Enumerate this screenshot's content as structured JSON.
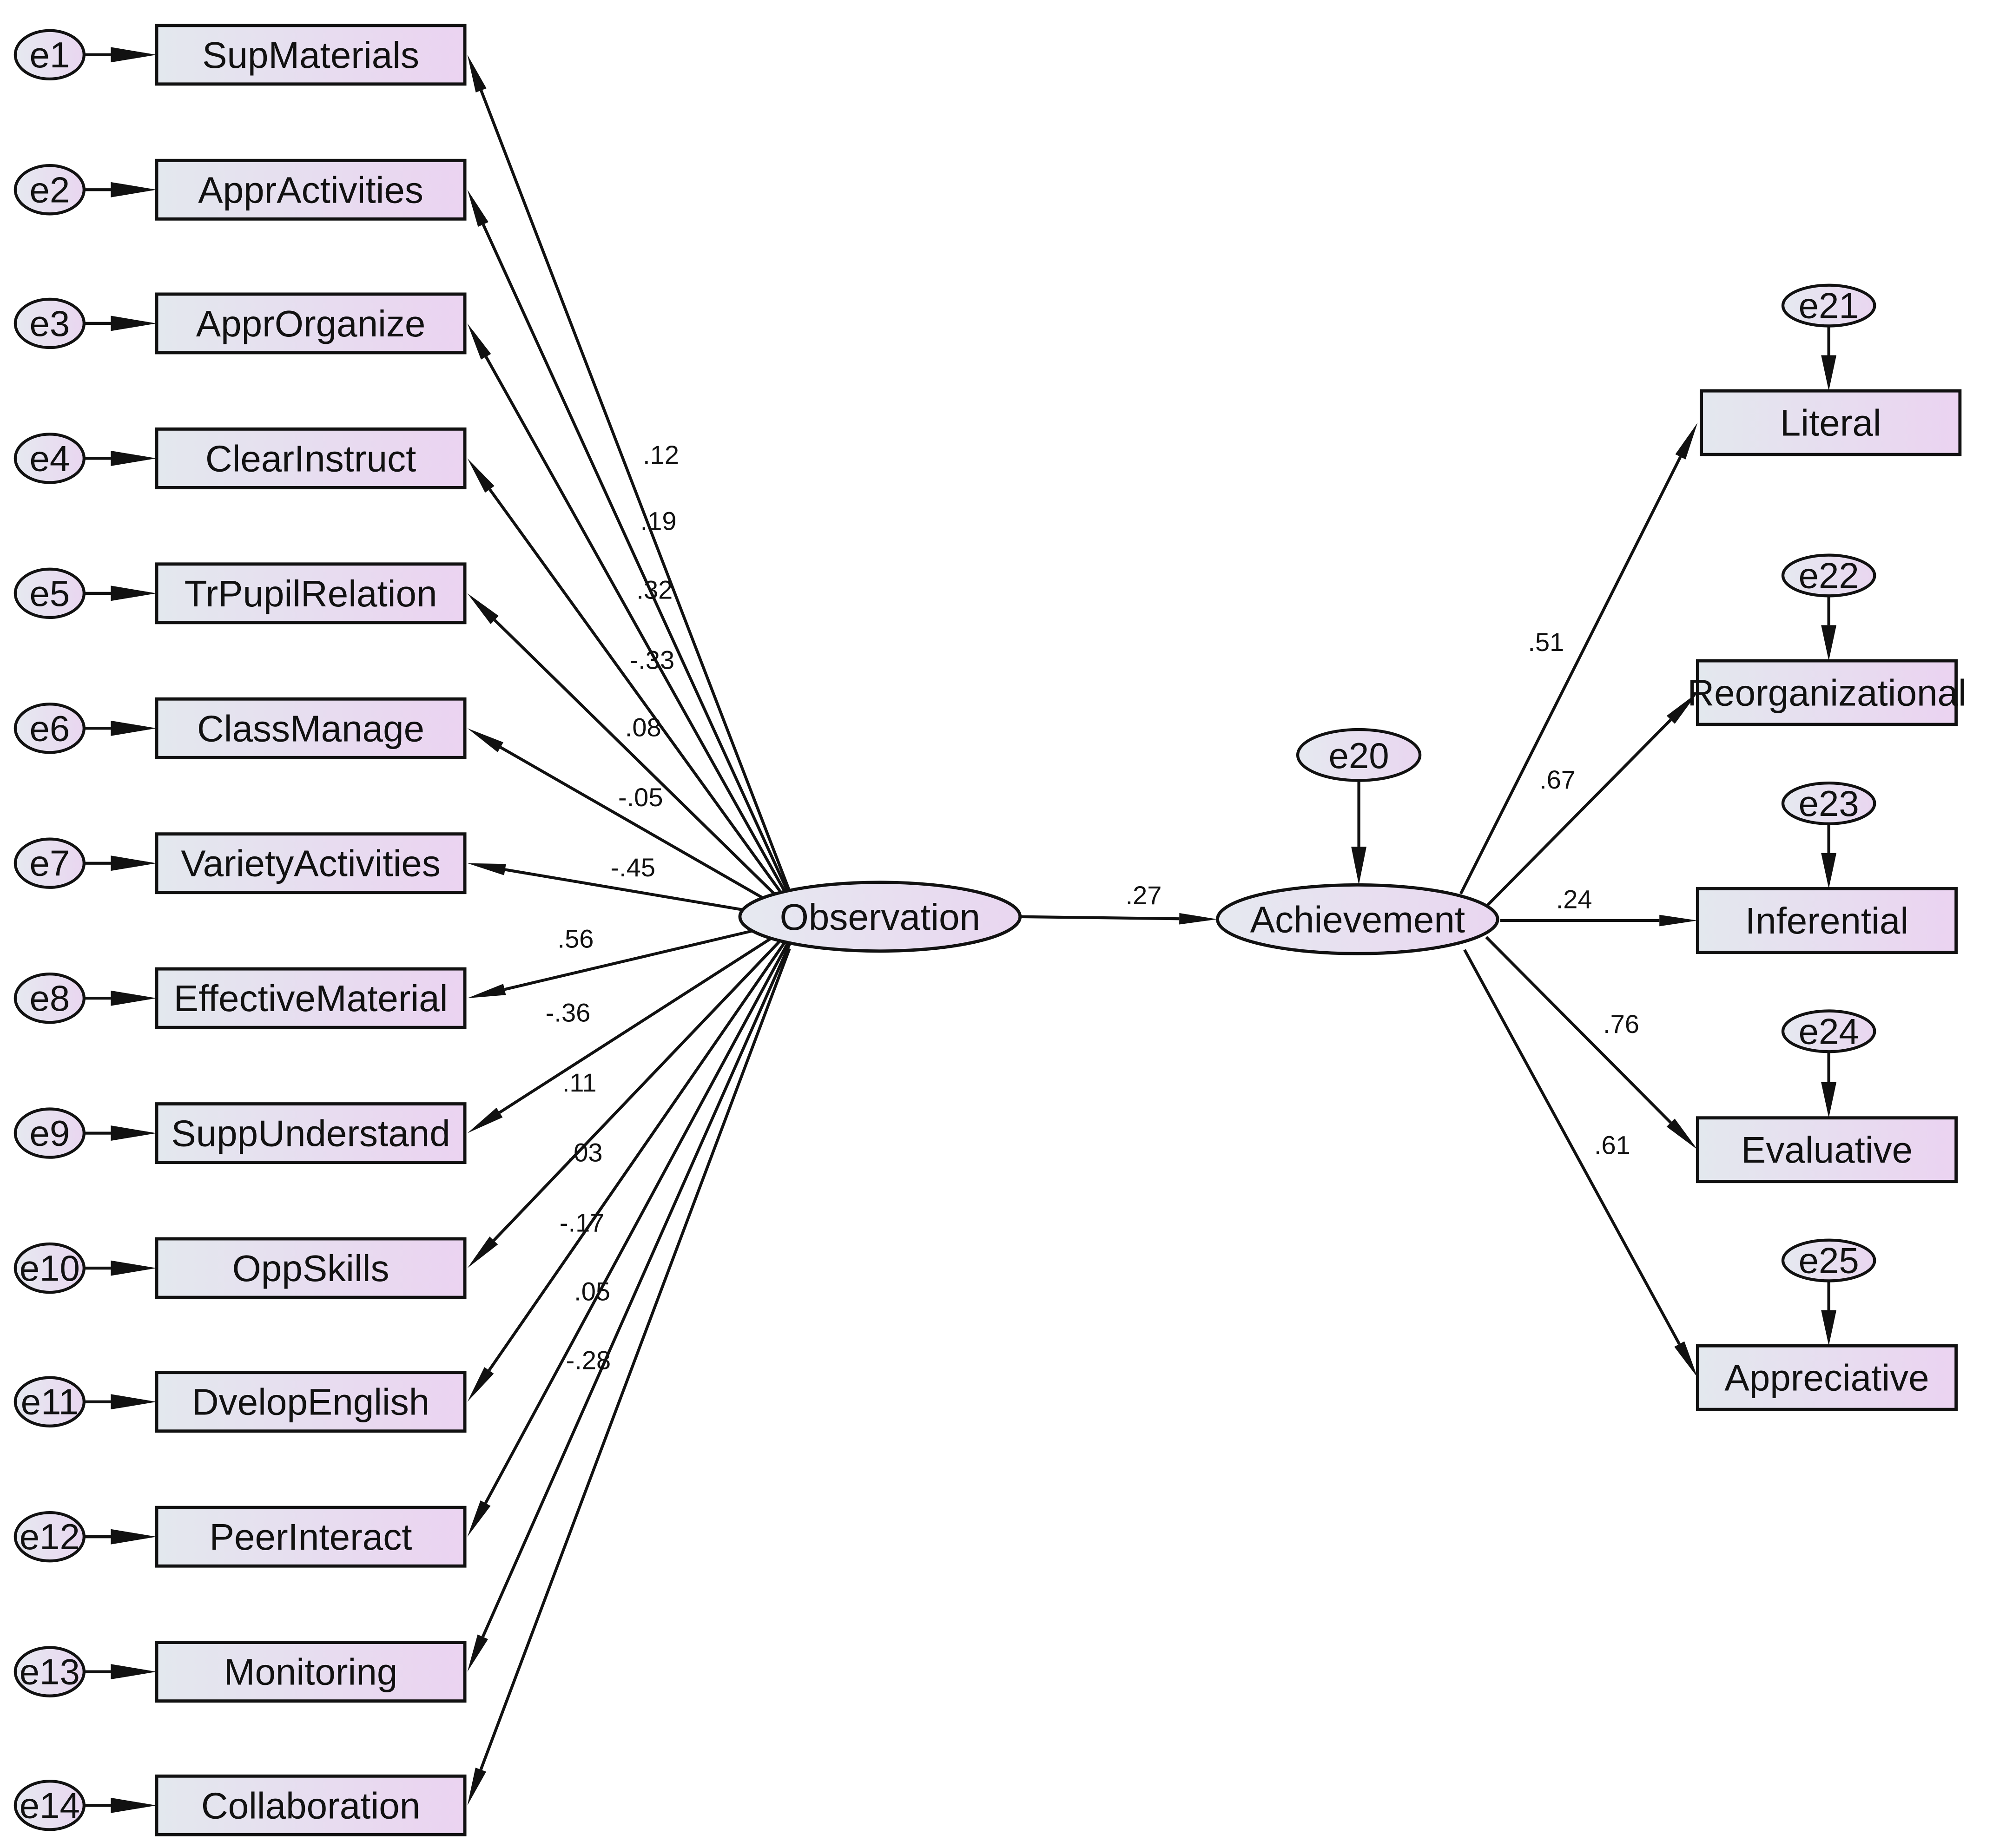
{
  "colors": {
    "stroke": "#111111",
    "fill_left": "#e3e8ee",
    "fill_right": "#ebd3f1",
    "background": "#ffffff"
  },
  "observed_left": [
    {
      "label": "SupMaterials",
      "error": "e1",
      "coef": ".12"
    },
    {
      "label": "ApprActivities",
      "error": "e2",
      "coef": ".19"
    },
    {
      "label": "ApprOrganize",
      "error": "e3",
      "coef": ".32"
    },
    {
      "label": "ClearInstruct",
      "error": "e4",
      "coef": "-.33"
    },
    {
      "label": "TrPupilRelation",
      "error": "e5",
      "coef": ".08"
    },
    {
      "label": "ClassManage",
      "error": "e6",
      "coef": "-.05"
    },
    {
      "label": "VarietyActivities",
      "error": "e7",
      "coef": "-.45"
    },
    {
      "label": "EffectiveMaterial",
      "error": "e8",
      "coef": ".56"
    },
    {
      "label": "SuppUnderstand",
      "error": "e9",
      "coef": "-.36"
    },
    {
      "label": "OppSkills",
      "error": "e10",
      "coef": ".11"
    },
    {
      "label": "DvelopEnglish",
      "error": "e11",
      "coef": ".03"
    },
    {
      "label": "PeerInteract",
      "error": "e12",
      "coef": "-.17"
    },
    {
      "label": "Monitoring",
      "error": "e13",
      "coef": ".05"
    },
    {
      "label": "Collaboration",
      "error": "e14",
      "coef": "-.28"
    }
  ],
  "latent": {
    "observation": "Observation",
    "achievement": "Achievement",
    "achievement_error": "e20",
    "path_coef": ".27"
  },
  "observed_right": [
    {
      "label": "Literal",
      "error": "e21",
      "coef": ".51"
    },
    {
      "label": "Reorganizational",
      "error": "e22",
      "coef": ".67"
    },
    {
      "label": "Inferential",
      "error": "e23",
      "coef": ".24"
    },
    {
      "label": "Evaluative",
      "error": "e24",
      "coef": ".76"
    },
    {
      "label": "Appreciative",
      "error": "e25",
      "coef": ".61"
    }
  ]
}
